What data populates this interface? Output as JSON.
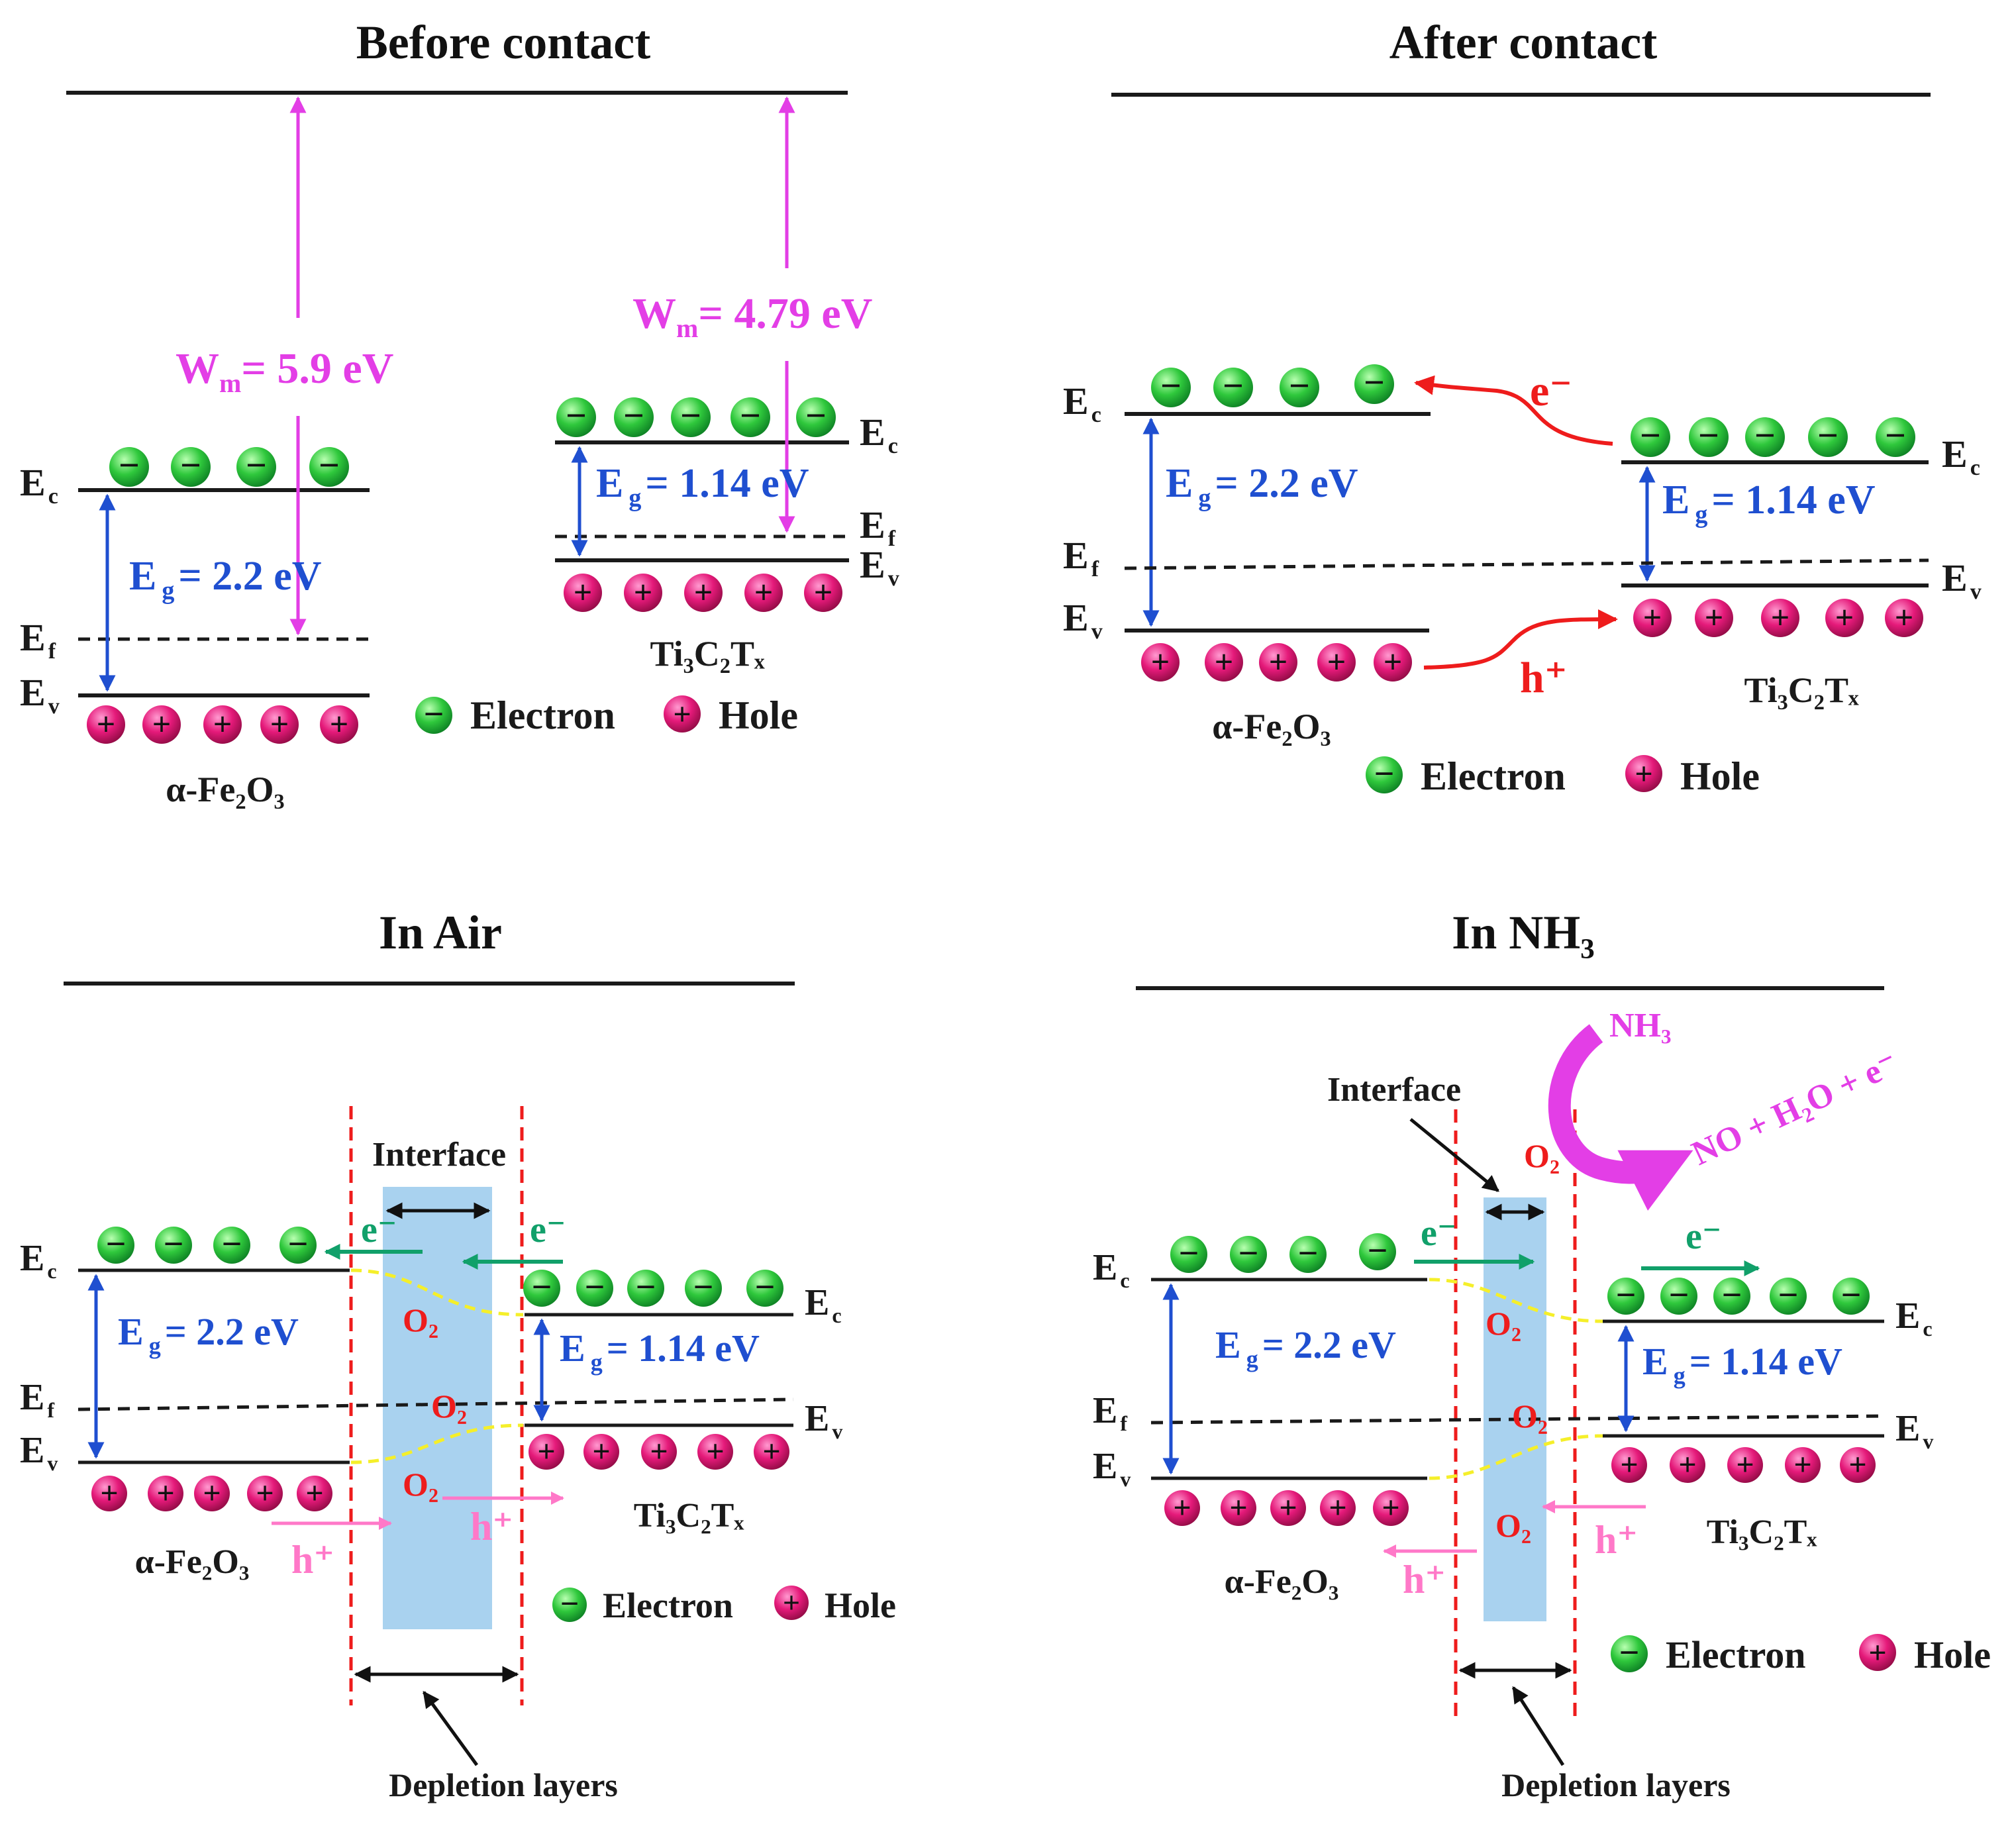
{
  "colors": {
    "band": "#1a1a1a",
    "blue": "#1f4fd0",
    "magenta": "#e33ee6",
    "red": "#ee1c1c",
    "green": "#11a06a",
    "pink": "#ff78c8",
    "yellow": "#f5ef2a",
    "interface_fill": "#a9d2ef"
  },
  "legend": {
    "electron": "Electron",
    "hole": "Hole"
  },
  "symbols": {
    "minus": "−",
    "plus": "+"
  },
  "panels": {
    "before": {
      "title": "Before contact",
      "wm_fe": "W",
      "wm_fe_sub": "m",
      "wm_fe_val": "= 5.9 eV",
      "wm_ti": "W",
      "wm_ti_sub": "m",
      "wm_ti_val": "= 4.79 eV",
      "eg_fe": "E",
      "eg_fe_sub": "g",
      "eg_fe_val": "= 2.2 eV",
      "eg_ti": "E",
      "eg_ti_sub": "g",
      "eg_ti_val": "= 1.14 eV",
      "ec": "E",
      "ec_sub": "c",
      "ef": "E",
      "ef_sub": "f",
      "ev": "E",
      "ev_sub": "v",
      "fe_label": "α-Fe₂O₃",
      "ti_label": "Ti₃C₂Tₓ"
    },
    "after": {
      "title": "After contact",
      "eg_fe": "E",
      "eg_fe_sub": "g",
      "eg_fe_val": "= 2.2 eV",
      "eg_ti": "E",
      "eg_ti_sub": "g",
      "eg_ti_val": "= 1.14 eV",
      "ec": "E",
      "ec_sub": "c",
      "ef": "E",
      "ef_sub": "f",
      "ev": "E",
      "ev_sub": "v",
      "e_minus": "e⁻",
      "h_plus": "h⁺",
      "fe_label": "α-Fe₂O₃",
      "ti_label": "Ti₃C₂Tₓ"
    },
    "air": {
      "title": "In Air",
      "interface": "Interface",
      "depletion": "Depletion layers",
      "o2": "O₂",
      "e_minus": "e⁻",
      "h_plus": "h⁺",
      "eg_fe": "E",
      "eg_fe_sub": "g",
      "eg_fe_val": "= 2.2 eV",
      "eg_ti": "E",
      "eg_ti_sub": "g",
      "eg_ti_val": "= 1.14 eV",
      "ec": "E",
      "ec_sub": "c",
      "ef": "E",
      "ef_sub": "f",
      "ev": "E",
      "ev_sub": "v",
      "fe_label": "α-Fe₂O₃",
      "ti_label": "Ti₃C₂Tₓ"
    },
    "nh3": {
      "title": "In NH₃",
      "interface": "Interface",
      "depletion": "Depletion layers",
      "nh3_in": "NH₃",
      "products": "NO + H₂O + e⁻",
      "o2": "O₂",
      "e_minus": "e⁻",
      "h_plus": "h⁺",
      "eg_fe": "E",
      "eg_fe_sub": "g",
      "eg_fe_val": "= 2.2 eV",
      "eg_ti": "E",
      "eg_ti_sub": "g",
      "eg_ti_val": "= 1.14 eV",
      "ec": "E",
      "ec_sub": "c",
      "ef": "E",
      "ef_sub": "f",
      "ev": "E",
      "ev_sub": "v",
      "fe_label": "α-Fe₂O₃",
      "ti_label": "Ti₃C₂Tₓ"
    }
  }
}
